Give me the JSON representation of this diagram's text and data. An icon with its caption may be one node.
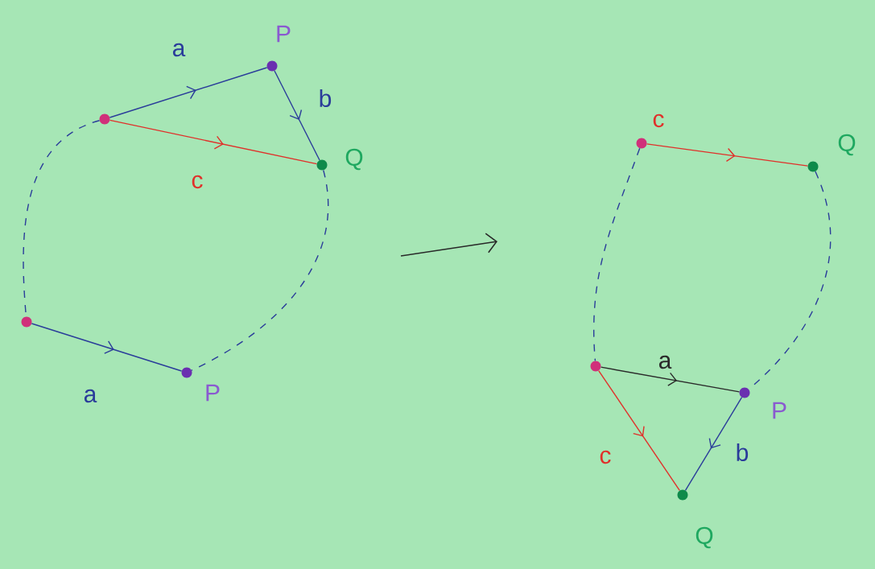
{
  "diagram": {
    "nodes": [
      {
        "text": [],
        "shape": "circle"
      },
      {
        "text": [],
        "shape": "circle",
        "beside": [
          "P"
        ]
      },
      {
        "text": [],
        "shape": "circle",
        "beside": [
          "Q"
        ]
      },
      {
        "text": [],
        "shape": "circle"
      },
      {
        "text": [],
        "shape": "circle",
        "beside": [
          "P"
        ]
      },
      {
        "text": [],
        "shape": "circle"
      },
      {
        "text": [],
        "shape": "circle",
        "beside": [
          "Q"
        ]
      },
      {
        "text": [],
        "shape": "circle"
      },
      {
        "text": [],
        "shape": "circle",
        "beside": [
          "P"
        ]
      },
      {
        "text": [],
        "shape": "circle",
        "beside": [
          "Q"
        ]
      }
    ],
    "edges": [
      {
        "from": 0,
        "to": 1,
        "arrow": "to",
        "label": "a"
      },
      {
        "from": 1,
        "to": 2,
        "arrow": "to",
        "label": "b"
      },
      {
        "from": 0,
        "to": 2,
        "arrow": "to",
        "label": "c",
        "color": "#e0302a"
      },
      {
        "from": 3,
        "to": 4,
        "arrow": "to",
        "label": "a"
      },
      {
        "from": 0,
        "to": 3,
        "arrow": "none",
        "style": "dashed"
      },
      {
        "from": 2,
        "to": 4,
        "arrow": "none",
        "style": "dashed"
      },
      {
        "from": 5,
        "to": 6,
        "arrow": "to",
        "label": "c",
        "color": "#e0302a"
      },
      {
        "from": 5,
        "to": 7,
        "arrow": "none",
        "style": "dashed"
      },
      {
        "from": 6,
        "to": 8,
        "arrow": "none",
        "style": "dashed"
      },
      {
        "from": 7,
        "to": 8,
        "arrow": "to",
        "label": "a",
        "color": "#2a2a2a"
      },
      {
        "from": 8,
        "to": 9,
        "arrow": "to",
        "label": "b"
      },
      {
        "from": 7,
        "to": 9,
        "arrow": "to",
        "label": "c",
        "color": "#e0302a"
      }
    ]
  }
}
